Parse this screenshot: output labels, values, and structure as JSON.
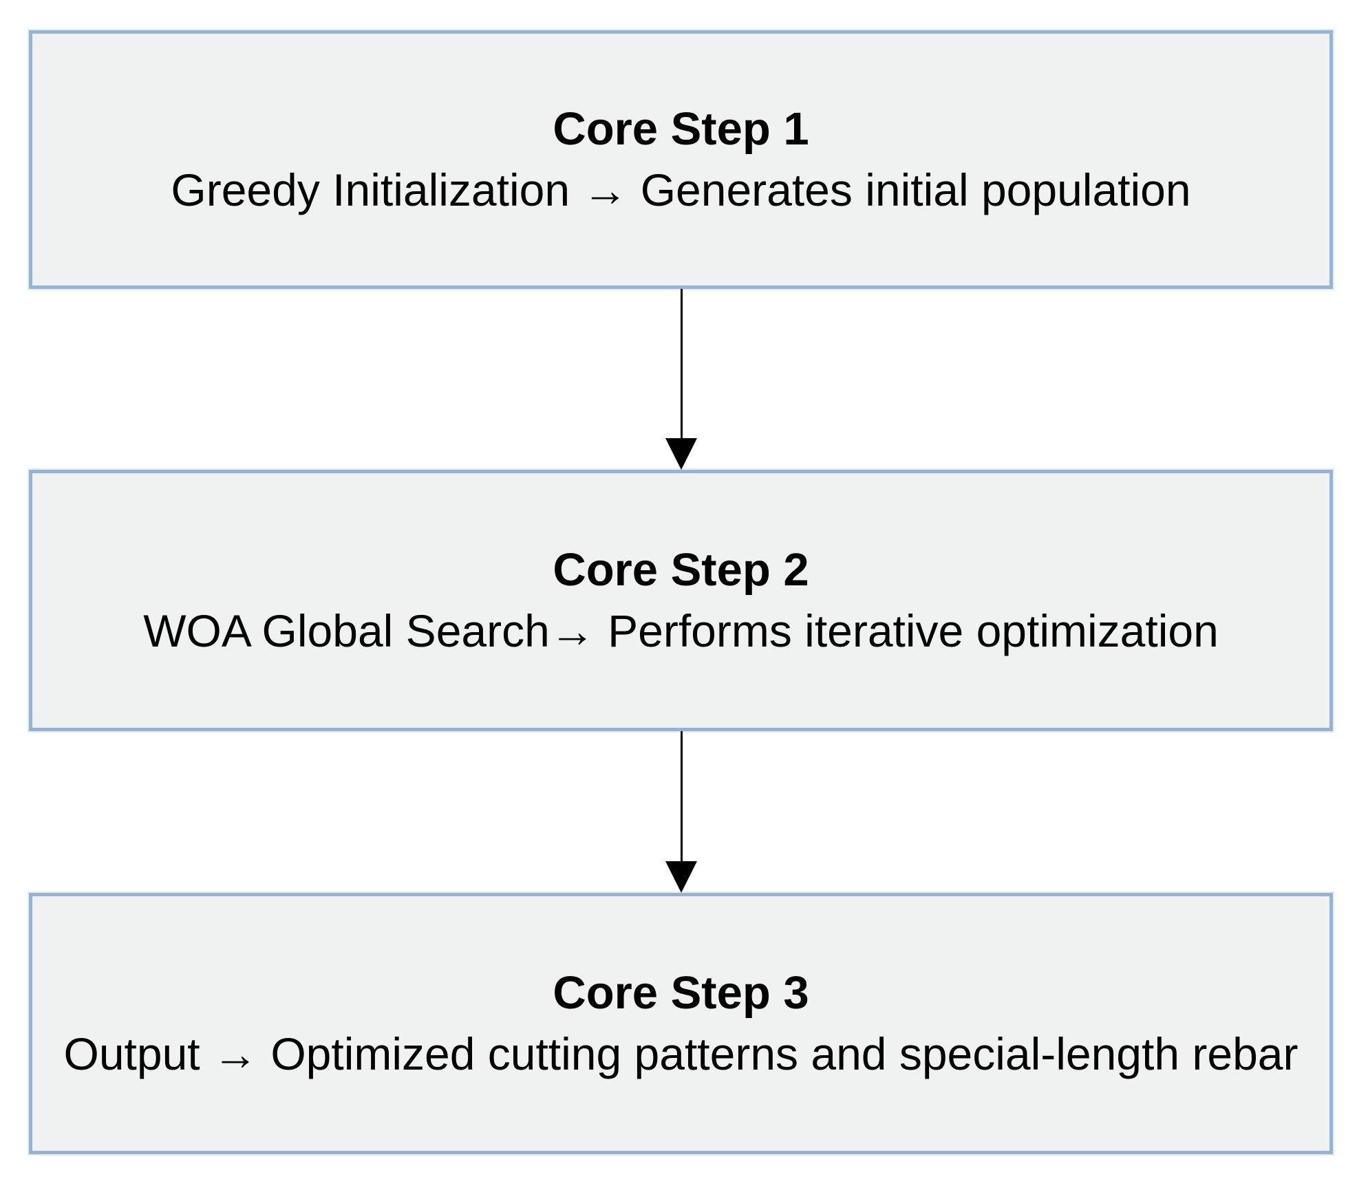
{
  "theme": {
    "background": "#ffffff",
    "box_fill": "#f0f1f1",
    "box_border": "#95b3d7",
    "text_color": "#000000",
    "arrow_color": "#000000"
  },
  "flowchart": {
    "steps": [
      {
        "title": "Core Step 1",
        "description": "Greedy Initialization → Generates initial population"
      },
      {
        "title": "Core Step 2",
        "description": "WOA Global Search→ Performs iterative optimization"
      },
      {
        "title": "Core Step 3",
        "description": "Output → Optimized cutting patterns and special-length rebar"
      }
    ],
    "connectors": [
      {
        "from": "Core Step 1",
        "to": "Core Step 2",
        "type": "down-arrow"
      },
      {
        "from": "Core Step 2",
        "to": "Core Step 3",
        "type": "down-arrow"
      }
    ]
  }
}
